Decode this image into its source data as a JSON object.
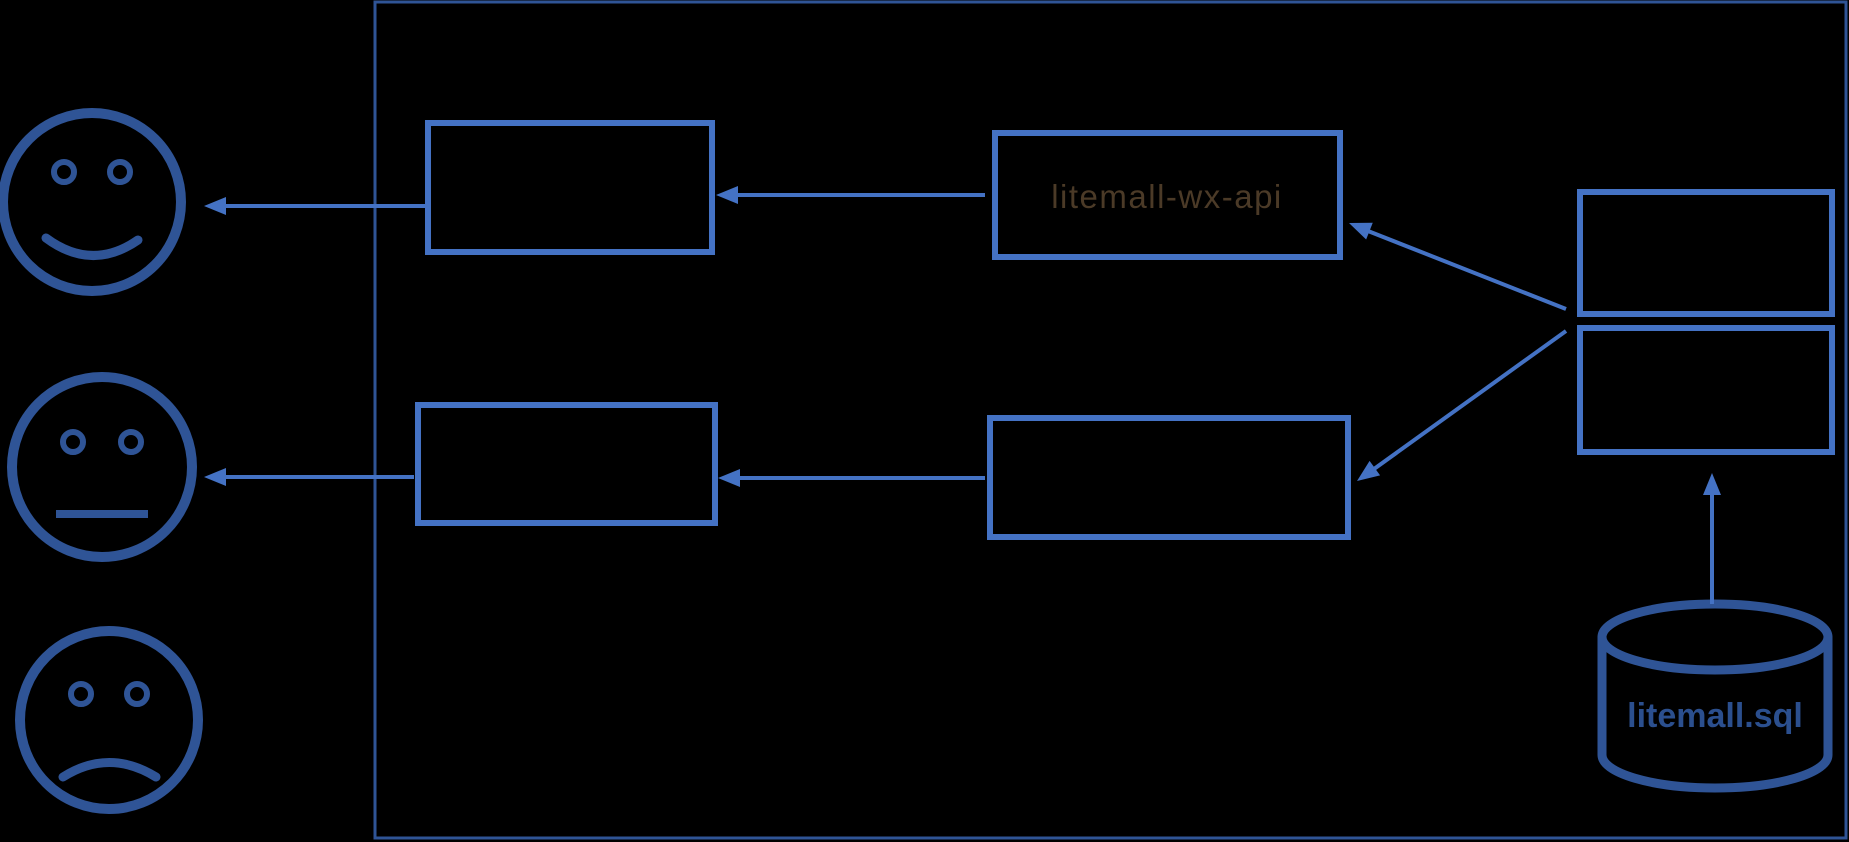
{
  "diagram": {
    "background": "#000000",
    "colors": {
      "accent_blue": "#4472C4",
      "dark_navy": "#2F5496",
      "api_label_brown": "#4B3A27",
      "db_label_navy": "#2B4F8E"
    },
    "labels": {
      "wx_api": "litemall-wx-api",
      "database": "litemall.sql"
    },
    "icons": [
      {
        "name": "happy-face-icon",
        "meaning": "satisfied user"
      },
      {
        "name": "neutral-face-icon",
        "meaning": "neutral user"
      },
      {
        "name": "sad-face-icon",
        "meaning": "unsatisfied user"
      },
      {
        "name": "database-cylinder-icon",
        "meaning": "SQL database"
      }
    ]
  }
}
